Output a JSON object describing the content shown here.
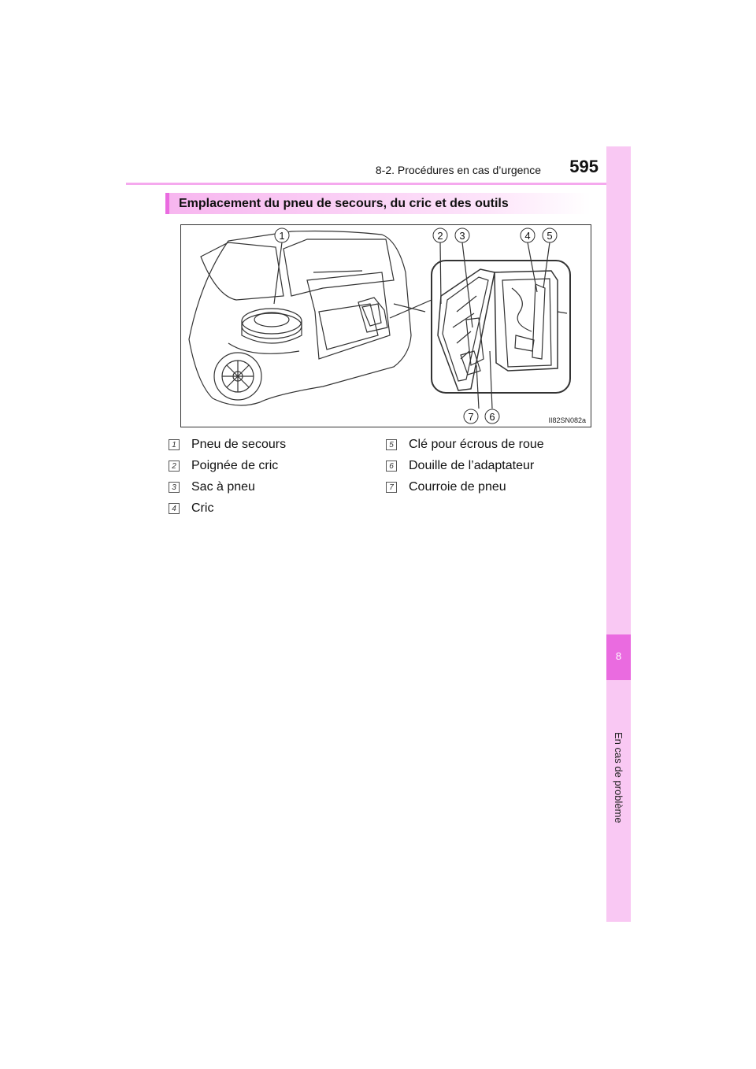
{
  "header": {
    "section": "8-2. Procédures en cas d’urgence",
    "page_number": "595"
  },
  "side_tab": {
    "chapter_number": "8",
    "chapter_title": "En cas de problème"
  },
  "section_heading": "Emplacement du pneu de secours, du cric et des outils",
  "figure": {
    "code": "II82SN082a",
    "callouts": [
      "1",
      "2",
      "3",
      "4",
      "5",
      "6",
      "7"
    ]
  },
  "legend_left": [
    {
      "num": "1",
      "label": "Pneu de secours"
    },
    {
      "num": "2",
      "label": "Poignée de cric"
    },
    {
      "num": "3",
      "label": "Sac à pneu"
    },
    {
      "num": "4",
      "label": "Cric"
    }
  ],
  "legend_right": [
    {
      "num": "5",
      "label": "Clé pour écrous de roue"
    },
    {
      "num": "6",
      "label": "Douille de l’adaptateur"
    },
    {
      "num": "7",
      "label": "Courroie de pneu"
    }
  ],
  "colors": {
    "accent": "#ea6be0",
    "tab": "#f9c8f3",
    "header_line": "#f5a9ee"
  }
}
